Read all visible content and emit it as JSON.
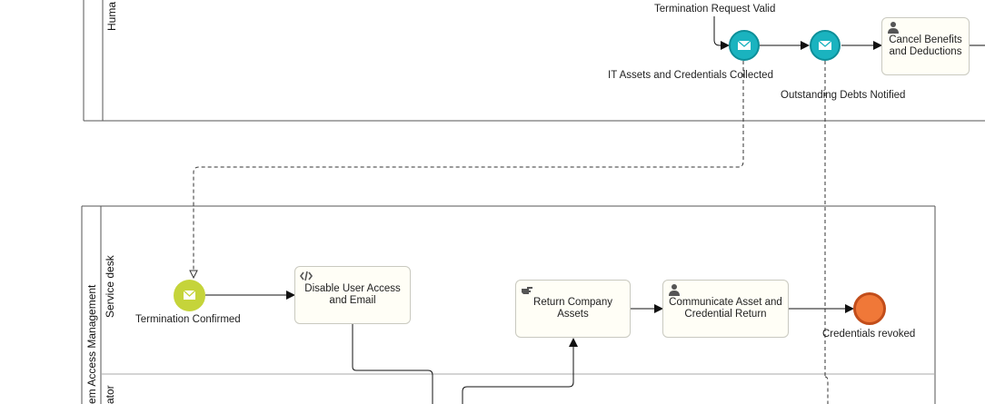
{
  "lanes": {
    "top_lane_title": "Huma",
    "pool_title": "em Access Management",
    "service_desk": "Service desk",
    "lower_lane": "ator"
  },
  "events": {
    "termination_request_valid": "Termination Request Valid",
    "it_assets_collected": "IT Assets and Credentials Collected",
    "outstanding_debts": "Outstanding Debts Notified",
    "termination_confirmed": "Termination Confirmed",
    "credentials_revoked": "Credentials revoked"
  },
  "tasks": {
    "cancel_benefits": "Cancel Benefits and Deductions",
    "disable_user_access": "Disable User Access and Email",
    "return_assets": "Return Company Assets",
    "communicate_return": "Communicate Asset and Credential Return"
  },
  "colors": {
    "message_event": "#1ab3bf",
    "message_event_border": "#0d8f99",
    "start_event": "#c5d43a",
    "end_event": "#f07838",
    "end_event_border": "#c24d1a",
    "task_fill": "#fffef6",
    "lane_border": "#555555"
  },
  "icons": {
    "message": "envelope-icon",
    "user_task": "user-icon",
    "script_task": "script-icon",
    "manual_task": "hand-icon"
  }
}
